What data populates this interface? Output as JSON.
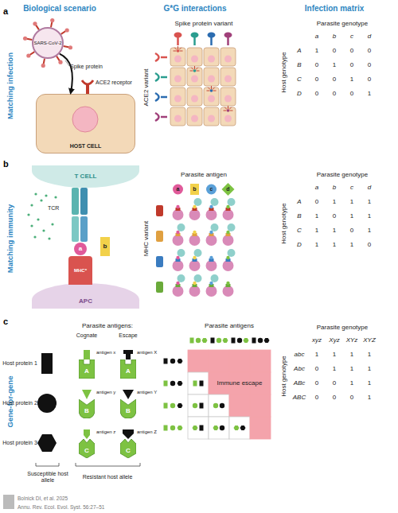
{
  "diagram": {
    "nodes": [
      {
        "text": [
          "SARS-CoV-2"
        ]
      },
      {
        "text": [
          "HOST CELL"
        ]
      },
      {
        "text": [
          "T CELL"
        ]
      },
      {
        "text": [
          "APC"
        ]
      },
      {
        "text": [
          "MHC*"
        ]
      },
      {
        "text": [
          "a"
        ]
      },
      {
        "text": [
          "b"
        ]
      },
      {
        "text": [
          "A"
        ]
      },
      {
        "text": [
          "A"
        ]
      },
      {
        "text": [
          "B"
        ]
      },
      {
        "text": [
          "B"
        ]
      },
      {
        "text": [
          "C"
        ]
      },
      {
        "text": [
          "C"
        ]
      }
    ],
    "edges": [
      {
        "from": 0,
        "to": 1,
        "arrow": "to"
      }
    ],
    "labels": [
      "Biological scenario",
      "G*G interactions",
      "Infection matrix",
      "a",
      "b",
      "c",
      "Matching infection",
      "Matching immunity",
      "Gene-for-gene",
      "Spike protein",
      "ACE2 receptor",
      "Spike protein variant",
      "ACE2 variant",
      "Parasite genotype",
      "a",
      "b",
      "c",
      "d",
      "Host genotype",
      "A",
      "B",
      "C",
      "D",
      "1",
      "0",
      "0",
      "0",
      "0",
      "1",
      "0",
      "0",
      "0",
      "0",
      "1",
      "0",
      "0",
      "0",
      "0",
      "1",
      "TCR",
      "Parasite antigen",
      "MHC variant",
      "a",
      "b",
      "c",
      "d",
      "Parasite genotype",
      "a",
      "b",
      "c",
      "d",
      "Host genotype",
      "A",
      "B",
      "C",
      "D",
      "0",
      "1",
      "1",
      "1",
      "1",
      "0",
      "1",
      "1",
      "1",
      "1",
      "0",
      "1",
      "1",
      "1",
      "1",
      "0",
      "Parasite antigens:",
      "Cognate",
      "Escape",
      "Host protein 1",
      "antigen x",
      "antigen X",
      "Host protein 2",
      "antigen y",
      "antigen Y",
      "Host protein 3",
      "antigen z",
      "antigen Z",
      "Susceptible host allele",
      "Resistant host allele",
      "Parasite antigens",
      "Immune escape",
      "Parasite genotype",
      "xyz",
      "Xyz",
      "XYz",
      "XYZ",
      "Host genotype",
      "abc",
      "Abc",
      "ABc",
      "ABC",
      "1",
      "1",
      "1",
      "1",
      "0",
      "1",
      "1",
      "1",
      "0",
      "0",
      "1",
      "1",
      "0",
      "0",
      "0",
      "1",
      "Bolnick DI, et al. 2025",
      "Annu. Rev. Ecol. Evol. Syst. 56:27–51"
    ]
  }
}
